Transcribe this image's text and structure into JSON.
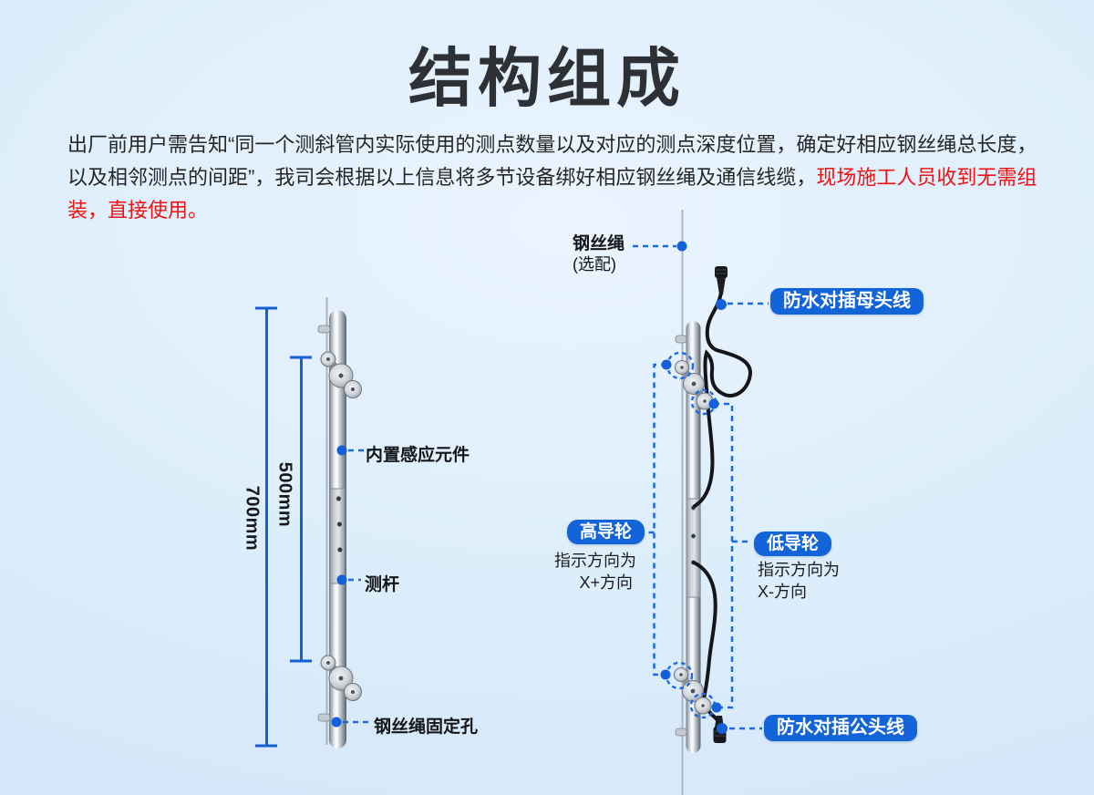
{
  "title": "结构组成",
  "intro": {
    "line1": "出厂前用户需告知“同一个测斜管内实际使用的测点数量以及对应的测点深度位置，确定好相应钢丝绳总长度，",
    "line2_black": "以及相邻测点的间距”，我司会根据以上信息将多节设备绑好相应钢丝绳及通信线缆，",
    "line2_red": "现场施工人员收到无需组",
    "line3_red": "装，直接使用。"
  },
  "left_diagram": {
    "dim_outer": "700mm",
    "dim_inner": "500mm",
    "label_sensor": "内置感应元件",
    "label_rod": "测杆",
    "label_wire_hole": "钢丝绳固定孔"
  },
  "right_diagram": {
    "wire_name": "钢丝绳",
    "wire_note": "(选配)",
    "female_cable_label": "防水对插母头线",
    "high_wheel_label": "高导轮",
    "high_wheel_desc_line1": "指示方向为",
    "high_wheel_desc_line2": "X+方向",
    "low_wheel_label": "低导轮",
    "low_wheel_desc_line1": "指示方向为",
    "low_wheel_desc_line2": "X-方向",
    "male_cable_label": "防水对插公头线"
  },
  "colors": {
    "accent_blue": "#1565DA",
    "pill_blue": "#1464D9",
    "highlight_red": "#F01212"
  }
}
